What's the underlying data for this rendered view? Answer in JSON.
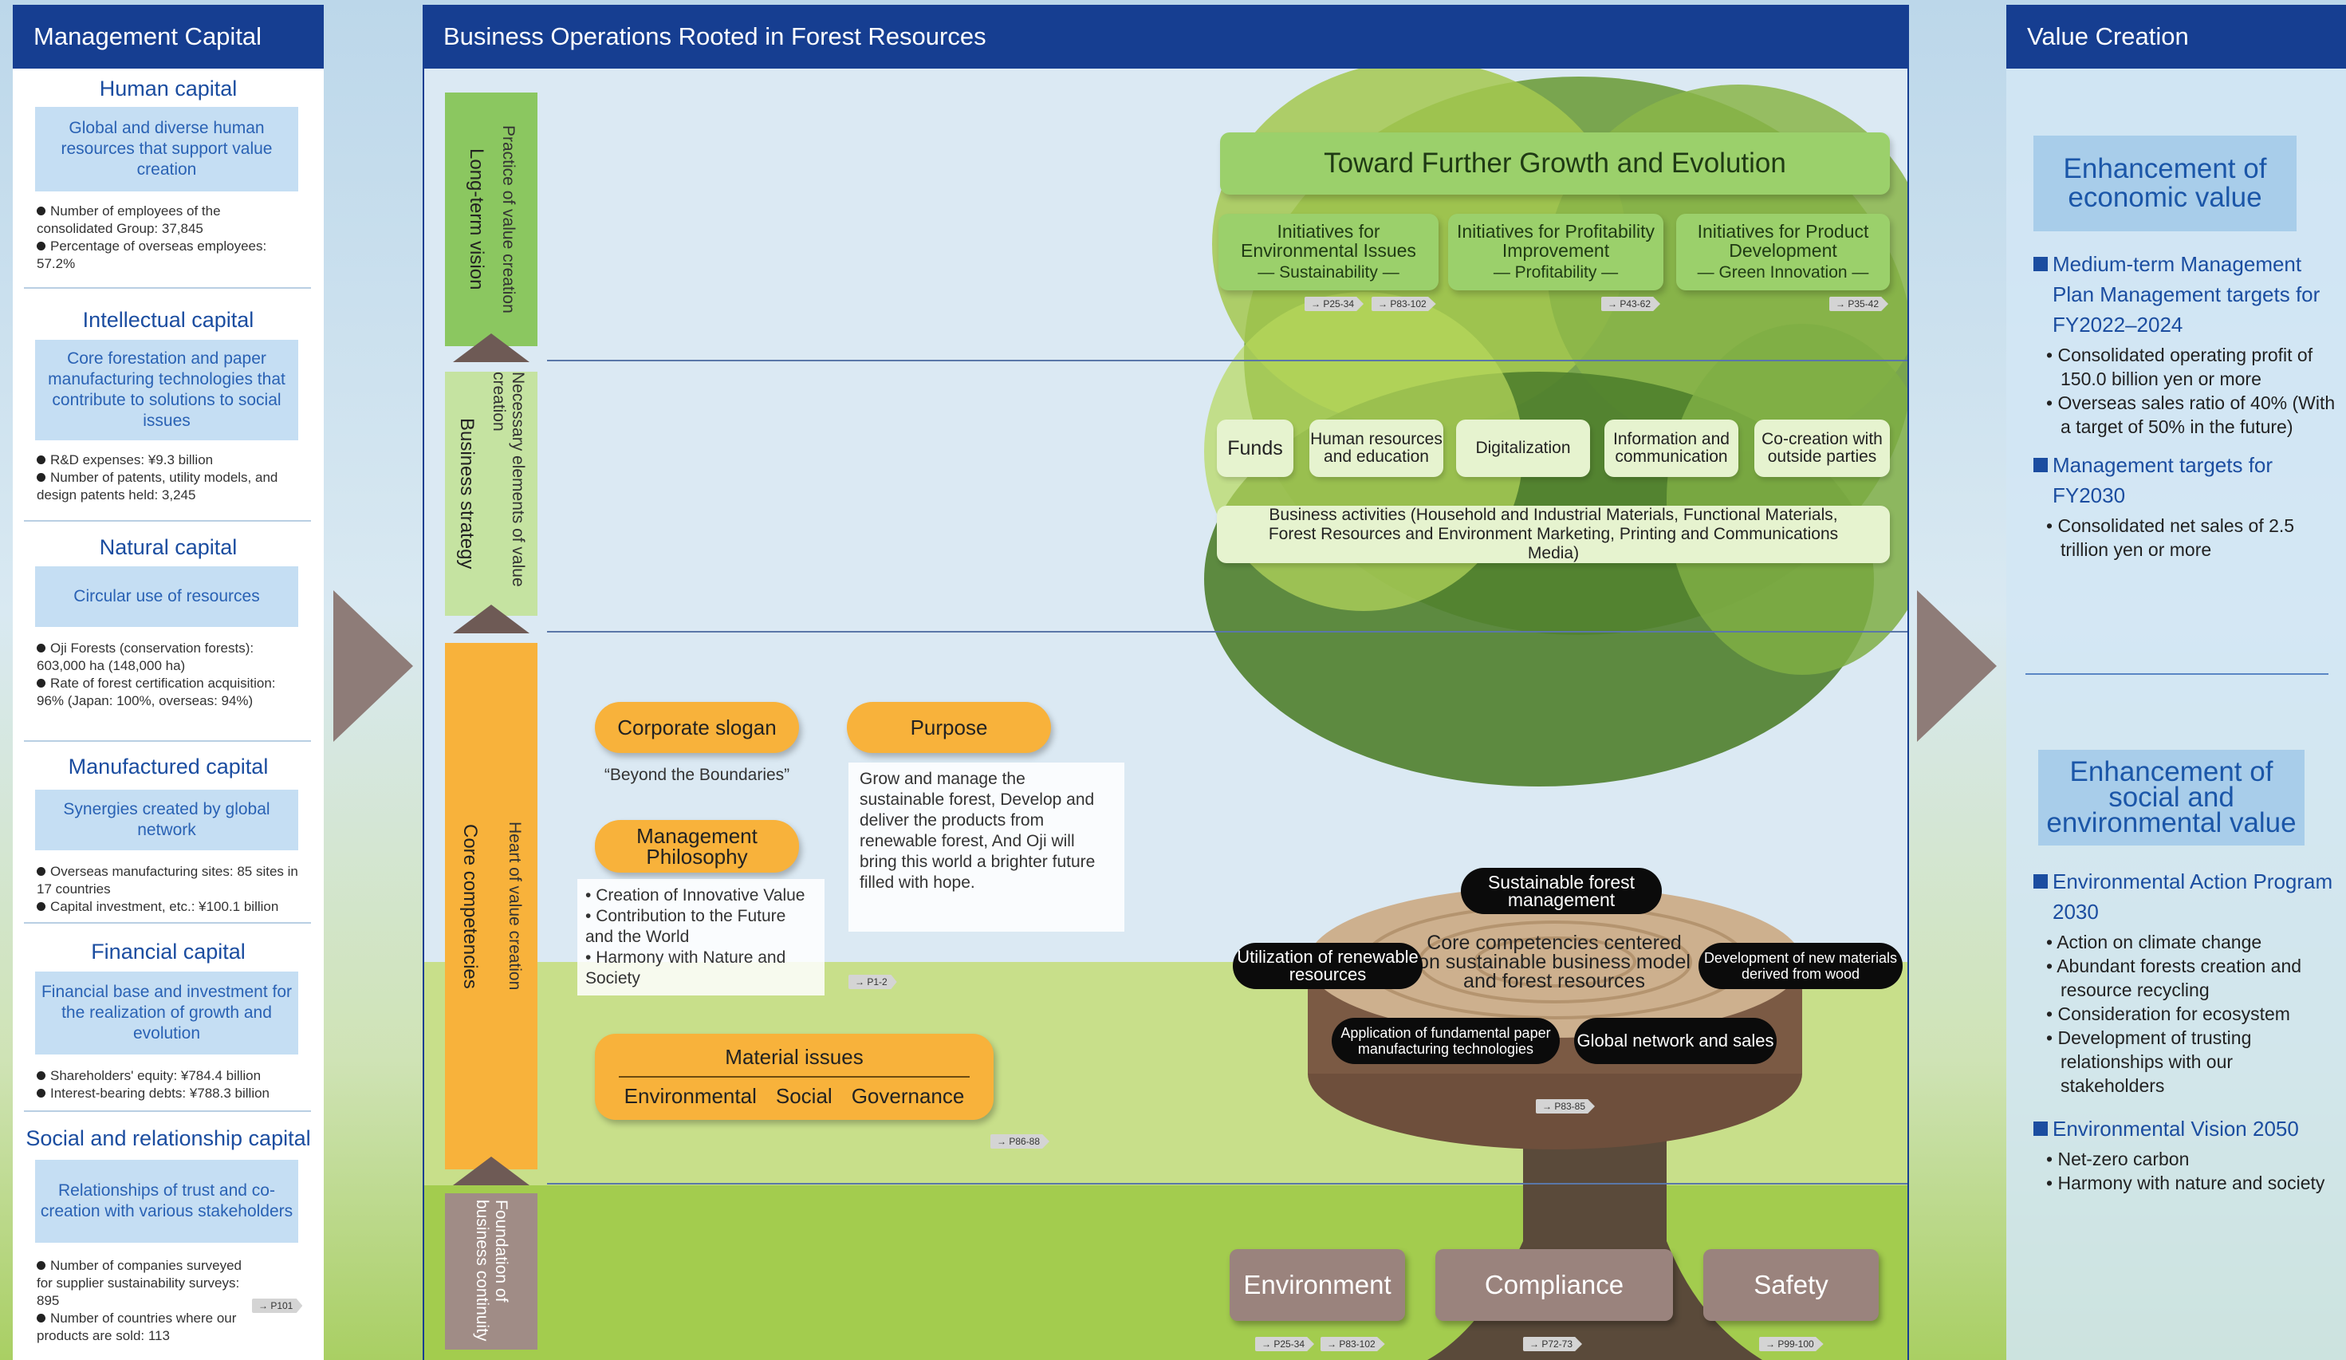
{
  "left": {
    "title": "Management Capital",
    "capitals": [
      {
        "title": "Human capital",
        "box": "Global and diverse human resources that support value creation",
        "bullets": [
          "Number of employees of the consolidated Group: 37,845",
          "Percentage of overseas employees: 57.2%"
        ]
      },
      {
        "title": "Intellectual capital",
        "box": "Core forestation and paper manufacturing technologies that contribute to solutions to social issues",
        "bullets": [
          "R&D expenses: ¥9.3 billion",
          "Number of patents, utility models, and design patents held: 3,245"
        ]
      },
      {
        "title": "Natural capital",
        "box": "Circular use of resources",
        "bullets": [
          "Oji Forests (conservation forests): 603,000 ha (148,000 ha)",
          "Rate of forest certification acquisition: 96% (Japan: 100%, overseas: 94%)"
        ]
      },
      {
        "title": "Manufactured capital",
        "box": "Synergies created by global network",
        "bullets": [
          "Overseas manufacturing sites: 85 sites in 17 countries",
          "Capital investment, etc.: ¥100.1 billion"
        ]
      },
      {
        "title": "Financial capital",
        "box": "Financial base and investment for the realization of growth and evolution",
        "bullets": [
          "Shareholders' equity: ¥784.4 billion",
          "Interest-bearing debts: ¥788.3 billion"
        ]
      },
      {
        "title": "Social and relationship capital",
        "box": "Relationships of trust and co-creation with various stakeholders",
        "bullets": [
          "Number of companies surveyed for supplier sustainability surveys: 895",
          "Number of countries where our products are sold: 113"
        ],
        "ref": "→ P101"
      }
    ]
  },
  "center": {
    "title": "Business Operations Rooted in Forest Resources",
    "rows": [
      {
        "label": "Long-term vision",
        "sublabel": "Practice of value creation"
      },
      {
        "label": "Business strategy",
        "sublabel": "Necessary elements of value creation"
      },
      {
        "label": "Core competencies",
        "sublabel": "Heart of value creation"
      },
      {
        "label": "Foundation of business continuity",
        "sublabel": ""
      }
    ],
    "growth_title": "Toward Further Growth and Evolution",
    "initiatives": [
      {
        "title": "Initiatives for Environmental Issues",
        "sub": "— Sustainability —"
      },
      {
        "title": "Initiatives for Profitability Improvement",
        "sub": "— Profitability —"
      },
      {
        "title": "Initiatives for Product Development",
        "sub": "— Green Innovation —"
      }
    ],
    "initiative_refs": [
      "→ P25-34",
      "→ P83-102",
      "→ P43-62",
      "→ P35-42"
    ],
    "elements": [
      "Funds",
      "Human resources and education",
      "Digitalization",
      "Information and communication",
      "Co-creation with outside parties"
    ],
    "business_activities": "Business activities (Household and Industrial Materials, Functional Materials, Forest Resources and Environment Marketing, Printing and Communications Media)",
    "slogan_label": "Corporate slogan",
    "slogan_text": "“Beyond the Boundaries”",
    "purpose_label": "Purpose",
    "purpose_text": "Grow and manage the sustainable forest, Develop and deliver the products from renewable forest, And Oji will bring this world a brighter future filled with hope.",
    "philosophy_label": "Management Philosophy",
    "philosophy_items": [
      "Creation of Innovative Value",
      "Contribution to the Future and the World",
      "Harmony with Nature and Society"
    ],
    "purpose_ref": "→ P1-2",
    "material_title": "Material issues",
    "material_items": [
      "Environmental",
      "Social",
      "Governance"
    ],
    "material_ref": "→ P86-88",
    "core_center": "Core competencies centered on sustainable business model and forest resources",
    "core_items": [
      "Sustainable forest management",
      "Utilization of renewable resources",
      "Development of new materials derived from wood",
      "Application of fundamental paper manufacturing technologies",
      "Global network and sales"
    ],
    "core_ref": "→ P83-85",
    "foundation": [
      "Environment",
      "Compliance",
      "Safety"
    ],
    "foundation_refs": [
      "→ P25-34",
      "→ P83-102",
      "→ P72-73",
      "→ P99-100"
    ]
  },
  "right": {
    "title": "Value Creation",
    "economic_title": "Enhancement of economic value",
    "economic": [
      {
        "heading": "Medium-term Management Plan Management targets for FY2022–2024",
        "items": [
          "Consolidated operating profit of 150.0 billion yen or more",
          "Overseas sales ratio of 40% (With a target of 50% in the future)"
        ]
      },
      {
        "heading": "Management targets for FY2030",
        "items": [
          "Consolidated net sales of 2.5 trillion yen or more"
        ]
      }
    ],
    "social_title": "Enhancement of social and environmental value",
    "social": [
      {
        "heading": "Environmental Action Program 2030",
        "items": [
          "Action on climate change",
          "Abundant forests creation and resource recycling",
          "Consideration for ecosystem",
          "Development of trusting relationships with our stakeholders"
        ]
      },
      {
        "heading": "Environmental Vision 2050",
        "items": [
          "Net-zero carbon",
          "Harmony with nature and society"
        ]
      }
    ]
  },
  "colors": {
    "header": "#163e91",
    "accent_orange": "#f8b23b",
    "accent_green": "#9bd06b",
    "core_black": "#0b0b0b",
    "foundation_brown": "#9a837d"
  }
}
